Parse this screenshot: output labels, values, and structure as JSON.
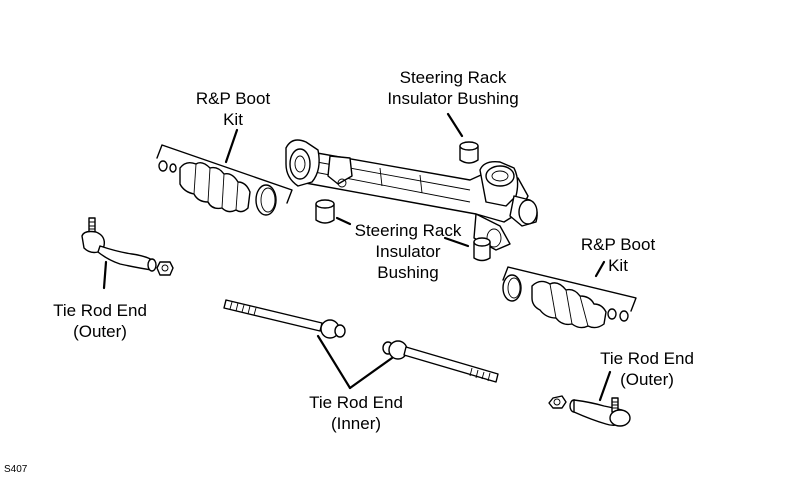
{
  "diagram_code": "S407",
  "labels": {
    "boot_kit_left": [
      "R&P Boot",
      "Kit"
    ],
    "bushing_top": [
      "Steering Rack",
      "Insulator Bushing"
    ],
    "bushing_mid": [
      "Steering Rack",
      "Insulator",
      "Bushing"
    ],
    "boot_kit_right": [
      "R&P Boot",
      "Kit"
    ],
    "tie_rod_outer_left": [
      "Tie Rod End",
      "(Outer)"
    ],
    "tie_rod_inner": [
      "Tie Rod End",
      "(Inner)"
    ],
    "tie_rod_outer_right": [
      "Tie Rod End",
      "(Outer)"
    ]
  }
}
